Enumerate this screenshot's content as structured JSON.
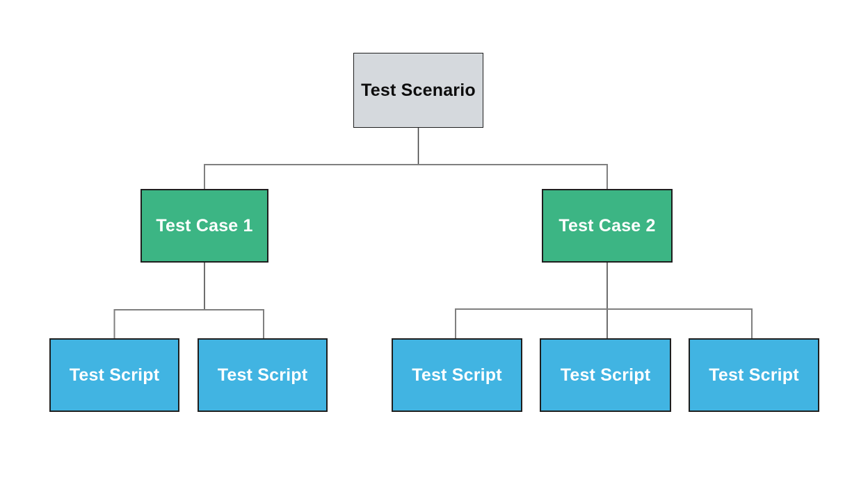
{
  "diagram": {
    "type": "tree",
    "description": "Test scenario hierarchy: scenario to test cases to test scripts",
    "colors": {
      "background": "#ffffff",
      "scenario_fill": "#d5d9dd",
      "scenario_text": "#0d0d0d",
      "case_fill": "#3cb584",
      "script_fill": "#41b4e2",
      "node_text": "#ffffff",
      "node_border": "#1e1e1e",
      "connector_bus": "#7f7f7f",
      "connector_stub": "#3d3d3d"
    },
    "root": {
      "label": "Test Scenario",
      "children": [
        {
          "label": "Test Case 1",
          "children": [
            {
              "label": "Test Script"
            },
            {
              "label": "Test Script"
            }
          ]
        },
        {
          "label": "Test Case 2",
          "children": [
            {
              "label": "Test Script"
            },
            {
              "label": "Test Script"
            },
            {
              "label": "Test Script"
            }
          ]
        }
      ]
    }
  }
}
